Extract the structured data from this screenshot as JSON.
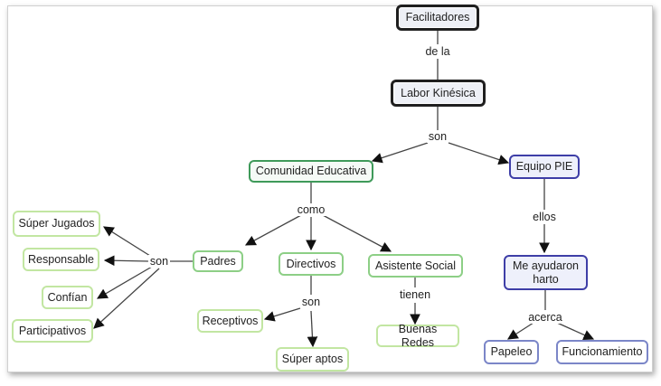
{
  "nodes": {
    "facilitadores": "Facilitadores",
    "labor": "Labor Kinésica",
    "comunidad": "Comunidad Educativa",
    "equipo": "Equipo PIE",
    "padres": "Padres",
    "directivos": "Directivos",
    "asistente": "Asistente Social",
    "me_ayudaron": "Me ayudaron harto",
    "super_jugados": "Súper Jugados",
    "responsable": "Responsable",
    "confian": "Confían",
    "participativos": "Participativos",
    "receptivos": "Receptivos",
    "super_aptos": "Súper aptos",
    "buenas_redes": "Buenas Redes",
    "papeleo": "Papeleo",
    "funcionamiento": "Funcionamiento"
  },
  "links": {
    "de_la": "de la",
    "son_top": "son",
    "como": "como",
    "ellos": "ellos",
    "son_padres": "son",
    "son_directivos": "son",
    "tienen": "tienen",
    "acerca": "acerca"
  }
}
